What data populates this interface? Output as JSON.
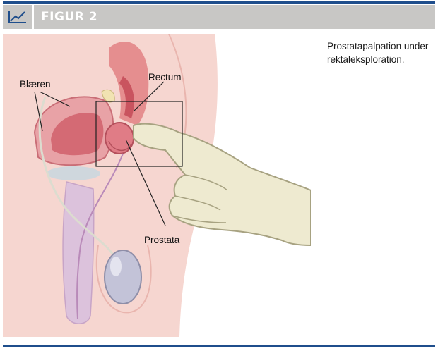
{
  "header": {
    "title": "FIGUR 2",
    "icon": "line-chart-icon"
  },
  "figure": {
    "labels": {
      "bladder": "Blæren",
      "rectum": "Rectum",
      "prostate": "Prostata"
    }
  },
  "caption": {
    "text": "Prostatapalpation under rektaleksploration."
  },
  "colors": {
    "rule_blue": "#1f4e8c",
    "header_gray": "#c8c7c5",
    "skin": "#f6d6d0",
    "tissue_pink": "#e8a2a6",
    "glove": "#eeead0"
  }
}
